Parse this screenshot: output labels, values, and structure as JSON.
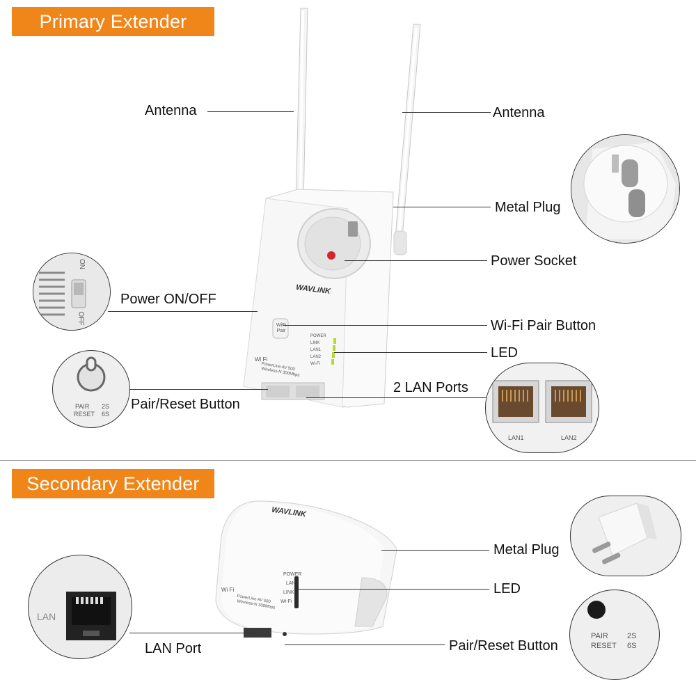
{
  "primary": {
    "title": "Primary Extender",
    "labels": {
      "antenna_left": "Antenna",
      "antenna_right": "Antenna",
      "metal_plug": "Metal Plug",
      "power_socket": "Power Socket",
      "power_onoff": "Power ON/OFF",
      "wifi_pair": "Wi-Fi Pair Button",
      "led": "LED",
      "lan_ports": "2 LAN Ports",
      "pair_reset": "Pair/Reset Button"
    },
    "switch": {
      "on": "ON",
      "off": "OFF"
    },
    "reset_detail": {
      "pair": "PAIR",
      "reset": "RESET",
      "t2": "2S",
      "t6": "6S"
    },
    "ports": {
      "lan1": "LAN1",
      "lan2": "LAN2"
    },
    "device": {
      "brand": "WAVLINK",
      "wifi_btn": "WiFi Pair",
      "leds": [
        "POWER",
        "LINK",
        "LAN1",
        "LAN2",
        "Wi-Fi"
      ],
      "model_line1": "PowerLine AV 500",
      "model_line2": "Wireless-N 300Mbps",
      "wifi_mark": "Wi Fi"
    }
  },
  "secondary": {
    "title": "Secondary Extender",
    "labels": {
      "metal_plug": "Metal Plug",
      "led": "LED",
      "lan_port": "LAN Port",
      "pair_reset": "Pair/Reset Button"
    },
    "lan_detail": "LAN",
    "reset_detail": {
      "pair": "PAIR",
      "reset": "RESET",
      "t2": "2S",
      "t6": "6S"
    },
    "device": {
      "brand": "WAVLINK",
      "leds": [
        "POWER",
        "LAN",
        "LINK",
        "Wi-Fi"
      ],
      "model_line1": "PowerLine AV 500",
      "model_line2": "Wireless-N 300Mbps",
      "wifi_mark": "Wi Fi"
    }
  },
  "colors": {
    "banner": "#f0861a",
    "led_green": "#b7d92f",
    "socket_red": "#d9232b"
  }
}
